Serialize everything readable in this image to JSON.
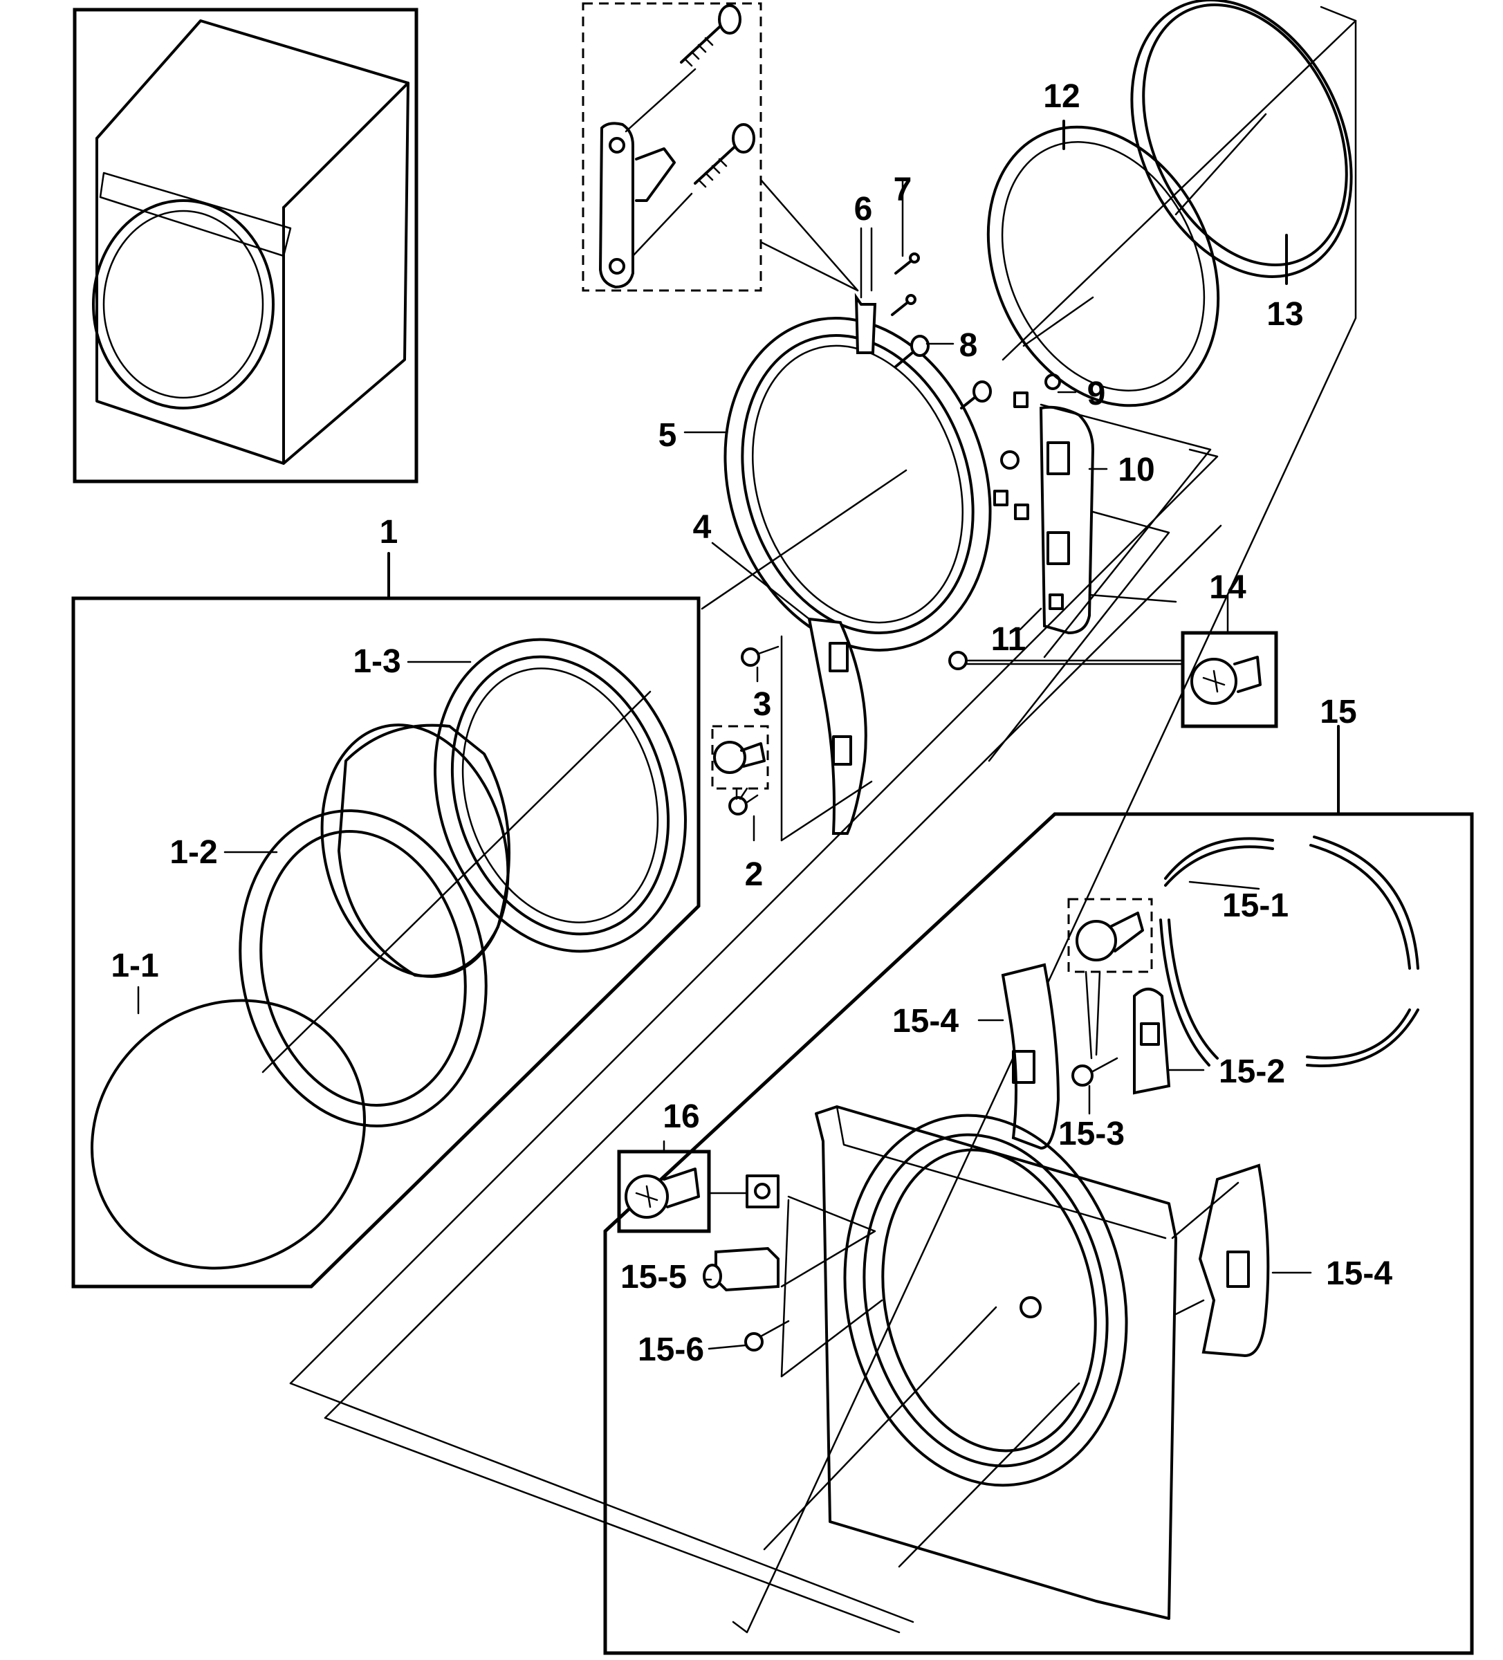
{
  "labels": {
    "l1": "1",
    "l1_1": "1-1",
    "l1_2": "1-2",
    "l1_3": "1-3",
    "l2": "2",
    "l3": "3",
    "l4": "4",
    "l5": "5",
    "l6": "6",
    "l7": "7",
    "l8": "8",
    "l9": "9",
    "l10": "10",
    "l11": "11",
    "l12": "12",
    "l13": "13",
    "l14": "14",
    "l15": "15",
    "l15_1": "15-1",
    "l15_2": "15-2",
    "l15_3": "15-3",
    "l15_4a": "15-4",
    "l15_4b": "15-4",
    "l15_5": "15-5",
    "l15_6": "15-6",
    "l16": "16"
  }
}
